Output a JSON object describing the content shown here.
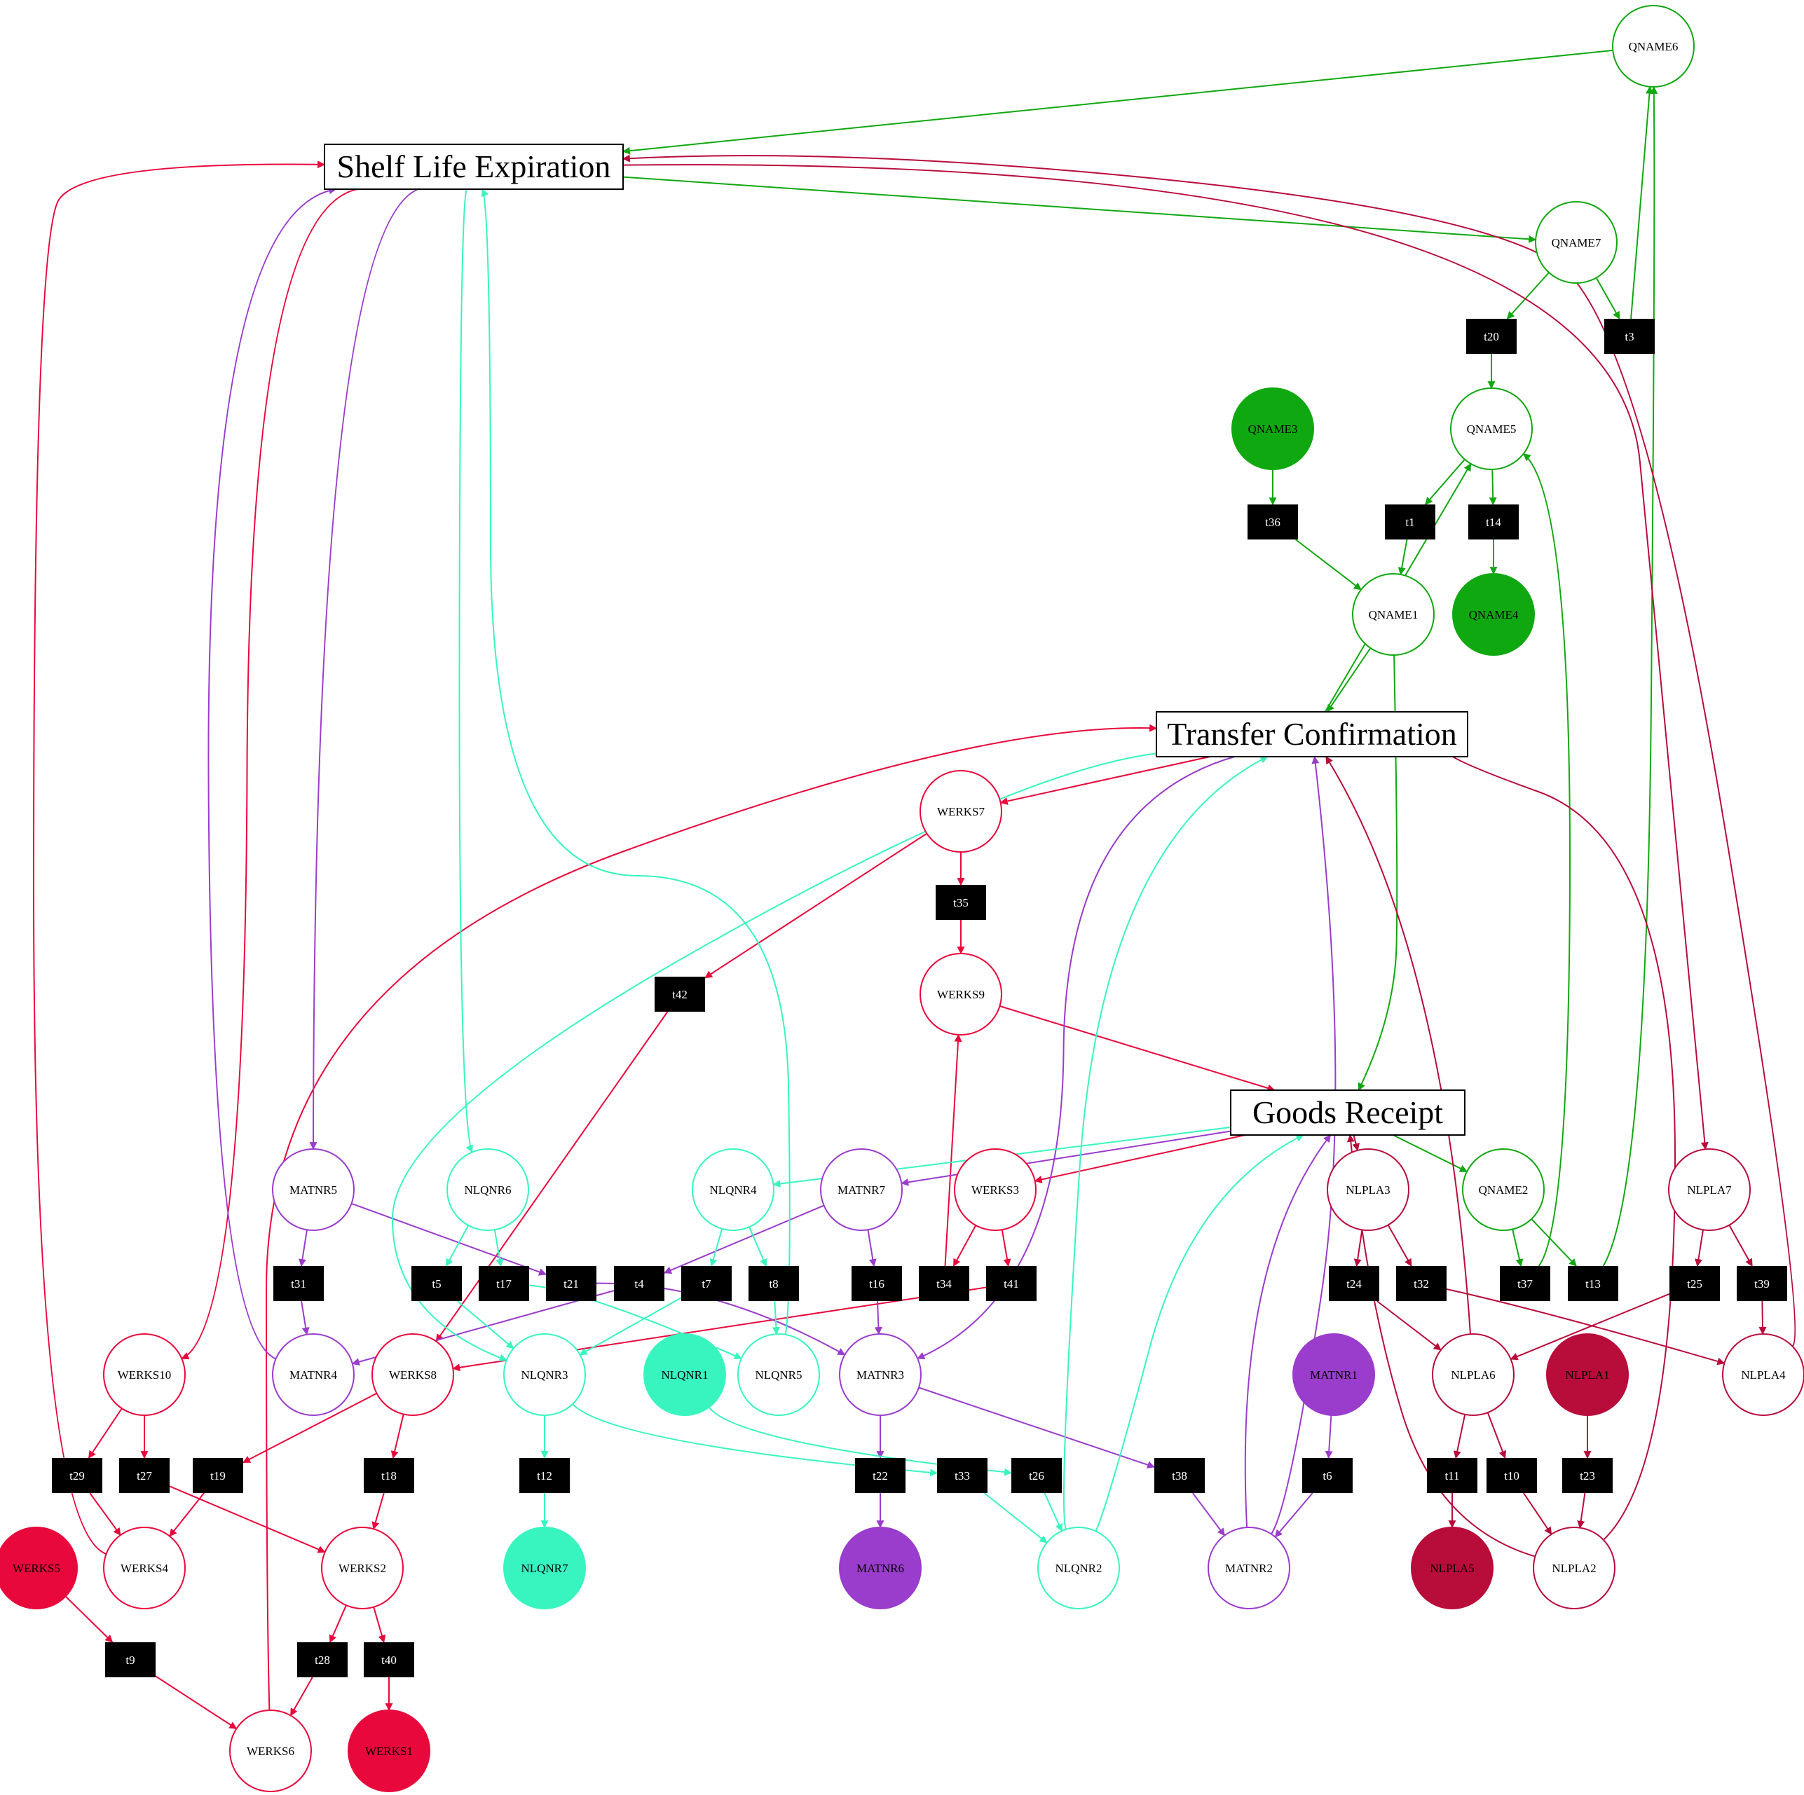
{
  "colors": {
    "green": "#10a810",
    "red": "#e8083b",
    "crimson": "#b80c3b",
    "purple": "#9a3ccc",
    "aqua": "#38f5c0",
    "box": "#000000"
  },
  "events": [
    {
      "id": "SLE",
      "label": "Shelf Life Expiration"
    },
    {
      "id": "TC",
      "label": "Transfer Confirmation"
    },
    {
      "id": "GR",
      "label": "Goods Receipt"
    }
  ],
  "places": [
    {
      "id": "QNAME6",
      "label": "QNAME6",
      "color": "green",
      "filled": false
    },
    {
      "id": "QNAME7",
      "label": "QNAME7",
      "color": "green",
      "filled": false
    },
    {
      "id": "QNAME3",
      "label": "QNAME3",
      "color": "green",
      "filled": true
    },
    {
      "id": "QNAME5",
      "label": "QNAME5",
      "color": "green",
      "filled": false
    },
    {
      "id": "QNAME1",
      "label": "QNAME1",
      "color": "green",
      "filled": false
    },
    {
      "id": "QNAME4",
      "label": "QNAME4",
      "color": "green",
      "filled": true
    },
    {
      "id": "QNAME2",
      "label": "QNAME2",
      "color": "green",
      "filled": false
    },
    {
      "id": "WERKS7",
      "label": "WERKS7",
      "color": "red",
      "filled": false
    },
    {
      "id": "WERKS9",
      "label": "WERKS9",
      "color": "red",
      "filled": false
    },
    {
      "id": "WERKS3",
      "label": "WERKS3",
      "color": "red",
      "filled": false
    },
    {
      "id": "WERKS10",
      "label": "WERKS10",
      "color": "red",
      "filled": false
    },
    {
      "id": "WERKS8",
      "label": "WERKS8",
      "color": "red",
      "filled": false
    },
    {
      "id": "WERKS5",
      "label": "WERKS5",
      "color": "red",
      "filled": true
    },
    {
      "id": "WERKS4",
      "label": "WERKS4",
      "color": "red",
      "filled": false
    },
    {
      "id": "WERKS2",
      "label": "WERKS2",
      "color": "red",
      "filled": false
    },
    {
      "id": "WERKS6",
      "label": "WERKS6",
      "color": "red",
      "filled": false
    },
    {
      "id": "WERKS1",
      "label": "WERKS1",
      "color": "red",
      "filled": true
    },
    {
      "id": "NLPLA3",
      "label": "NLPLA3",
      "color": "crimson",
      "filled": false
    },
    {
      "id": "NLPLA7",
      "label": "NLPLA7",
      "color": "crimson",
      "filled": false
    },
    {
      "id": "NLPLA6",
      "label": "NLPLA6",
      "color": "crimson",
      "filled": false
    },
    {
      "id": "NLPLA1",
      "label": "NLPLA1",
      "color": "crimson",
      "filled": true
    },
    {
      "id": "NLPLA4",
      "label": "NLPLA4",
      "color": "crimson",
      "filled": false
    },
    {
      "id": "NLPLA5",
      "label": "NLPLA5",
      "color": "crimson",
      "filled": true
    },
    {
      "id": "NLPLA2",
      "label": "NLPLA2",
      "color": "crimson",
      "filled": false
    },
    {
      "id": "MATNR5",
      "label": "MATNR5",
      "color": "purple",
      "filled": false
    },
    {
      "id": "MATNR7",
      "label": "MATNR7",
      "color": "purple",
      "filled": false
    },
    {
      "id": "MATNR4",
      "label": "MATNR4",
      "color": "purple",
      "filled": false
    },
    {
      "id": "MATNR3",
      "label": "MATNR3",
      "color": "purple",
      "filled": false
    },
    {
      "id": "MATNR1",
      "label": "MATNR1",
      "color": "purple",
      "filled": true
    },
    {
      "id": "MATNR6",
      "label": "MATNR6",
      "color": "purple",
      "filled": true
    },
    {
      "id": "MATNR2",
      "label": "MATNR2",
      "color": "purple",
      "filled": false
    },
    {
      "id": "NLQNR6",
      "label": "NLQNR6",
      "color": "aqua",
      "filled": false
    },
    {
      "id": "NLQNR4",
      "label": "NLQNR4",
      "color": "aqua",
      "filled": false
    },
    {
      "id": "NLQNR3",
      "label": "NLQNR3",
      "color": "aqua",
      "filled": false
    },
    {
      "id": "NLQNR1",
      "label": "NLQNR1",
      "color": "aqua",
      "filled": true
    },
    {
      "id": "NLQNR5",
      "label": "NLQNR5",
      "color": "aqua",
      "filled": false
    },
    {
      "id": "NLQNR7",
      "label": "NLQNR7",
      "color": "aqua",
      "filled": true
    },
    {
      "id": "NLQNR2",
      "label": "NLQNR2",
      "color": "aqua",
      "filled": false
    }
  ],
  "transitions": [
    {
      "id": "t20",
      "label": "t20"
    },
    {
      "id": "t3",
      "label": "t3"
    },
    {
      "id": "t36",
      "label": "t36"
    },
    {
      "id": "t1",
      "label": "t1"
    },
    {
      "id": "t14",
      "label": "t14"
    },
    {
      "id": "t35",
      "label": "t35"
    },
    {
      "id": "t42",
      "label": "t42"
    },
    {
      "id": "t31",
      "label": "t31"
    },
    {
      "id": "t5",
      "label": "t5"
    },
    {
      "id": "t17",
      "label": "t17"
    },
    {
      "id": "t21",
      "label": "t21"
    },
    {
      "id": "t4",
      "label": "t4"
    },
    {
      "id": "t7",
      "label": "t7"
    },
    {
      "id": "t8",
      "label": "t8"
    },
    {
      "id": "t16",
      "label": "t16"
    },
    {
      "id": "t34",
      "label": "t34"
    },
    {
      "id": "t41",
      "label": "t41"
    },
    {
      "id": "t24",
      "label": "t24"
    },
    {
      "id": "t32",
      "label": "t32"
    },
    {
      "id": "t37",
      "label": "t37"
    },
    {
      "id": "t13",
      "label": "t13"
    },
    {
      "id": "t25",
      "label": "t25"
    },
    {
      "id": "t39",
      "label": "t39"
    },
    {
      "id": "t29",
      "label": "t29"
    },
    {
      "id": "t27",
      "label": "t27"
    },
    {
      "id": "t19",
      "label": "t19"
    },
    {
      "id": "t18",
      "label": "t18"
    },
    {
      "id": "t12",
      "label": "t12"
    },
    {
      "id": "t22",
      "label": "t22"
    },
    {
      "id": "t33",
      "label": "t33"
    },
    {
      "id": "t26",
      "label": "t26"
    },
    {
      "id": "t38",
      "label": "t38"
    },
    {
      "id": "t6",
      "label": "t6"
    },
    {
      "id": "t11",
      "label": "t11"
    },
    {
      "id": "t10",
      "label": "t10"
    },
    {
      "id": "t23",
      "label": "t23"
    },
    {
      "id": "t9",
      "label": "t9"
    },
    {
      "id": "t28",
      "label": "t28"
    },
    {
      "id": "t40",
      "label": "t40"
    }
  ],
  "edges": [
    {
      "from": "QNAME6",
      "to": "SLE",
      "color": "green"
    },
    {
      "from": "SLE",
      "to": "QNAME7",
      "color": "green"
    },
    {
      "from": "QNAME7",
      "to": "t20",
      "color": "green"
    },
    {
      "from": "QNAME7",
      "to": "t3",
      "color": "green"
    },
    {
      "from": "t3",
      "to": "QNAME6",
      "color": "green"
    },
    {
      "from": "t20",
      "to": "QNAME5",
      "color": "green"
    },
    {
      "from": "QNAME3",
      "to": "t36",
      "color": "green"
    },
    {
      "from": "t36",
      "to": "QNAME1",
      "color": "green"
    },
    {
      "from": "QNAME5",
      "to": "t1",
      "color": "green"
    },
    {
      "from": "QNAME5",
      "to": "t14",
      "color": "green"
    },
    {
      "from": "t1",
      "to": "QNAME1",
      "color": "green"
    },
    {
      "from": "t14",
      "to": "QNAME4",
      "color": "green"
    },
    {
      "from": "QNAME1",
      "to": "TC",
      "color": "green"
    },
    {
      "from": "TC",
      "to": "QNAME5",
      "color": "green"
    },
    {
      "from": "QNAME1",
      "to": "GR",
      "color": "green"
    },
    {
      "from": "GR",
      "to": "QNAME2",
      "color": "green"
    },
    {
      "from": "QNAME2",
      "to": "t37",
      "color": "green"
    },
    {
      "from": "QNAME2",
      "to": "t13",
      "color": "green"
    },
    {
      "from": "t37",
      "to": "QNAME5",
      "color": "green"
    },
    {
      "from": "t13",
      "to": "QNAME6",
      "color": "green"
    },
    {
      "from": "TC",
      "to": "WERKS7",
      "color": "red"
    },
    {
      "from": "WERKS7",
      "to": "t35",
      "color": "red"
    },
    {
      "from": "WERKS7",
      "to": "t42",
      "color": "red"
    },
    {
      "from": "t35",
      "to": "WERKS9",
      "color": "red"
    },
    {
      "from": "WERKS9",
      "to": "GR",
      "color": "red"
    },
    {
      "from": "t42",
      "to": "WERKS8",
      "color": "red"
    },
    {
      "from": "GR",
      "to": "WERKS3",
      "color": "red"
    },
    {
      "from": "WERKS3",
      "to": "t34",
      "color": "red"
    },
    {
      "from": "WERKS3",
      "to": "t41",
      "color": "red"
    },
    {
      "from": "t34",
      "to": "WERKS9",
      "color": "red"
    },
    {
      "from": "t41",
      "to": "WERKS8",
      "color": "red"
    },
    {
      "from": "SLE",
      "to": "WERKS10",
      "color": "red"
    },
    {
      "from": "WERKS10",
      "to": "t29",
      "color": "red"
    },
    {
      "from": "WERKS10",
      "to": "t27",
      "color": "red"
    },
    {
      "from": "t29",
      "to": "WERKS4",
      "color": "red"
    },
    {
      "from": "t27",
      "to": "WERKS2",
      "color": "red"
    },
    {
      "from": "WERKS8",
      "to": "t19",
      "color": "red"
    },
    {
      "from": "WERKS8",
      "to": "t18",
      "color": "red"
    },
    {
      "from": "t19",
      "to": "WERKS4",
      "color": "red"
    },
    {
      "from": "t18",
      "to": "WERKS2",
      "color": "red"
    },
    {
      "from": "WERKS4",
      "to": "SLE",
      "color": "red"
    },
    {
      "from": "WERKS5",
      "to": "t9",
      "color": "red"
    },
    {
      "from": "t9",
      "to": "WERKS6",
      "color": "red"
    },
    {
      "from": "WERKS2",
      "to": "t28",
      "color": "red"
    },
    {
      "from": "WERKS2",
      "to": "t40",
      "color": "red"
    },
    {
      "from": "t28",
      "to": "WERKS6",
      "color": "red"
    },
    {
      "from": "t40",
      "to": "WERKS1",
      "color": "red"
    },
    {
      "from": "WERKS6",
      "to": "TC",
      "color": "red"
    },
    {
      "from": "GR",
      "to": "NLPLA3",
      "color": "crimson"
    },
    {
      "from": "NLPLA3",
      "to": "t24",
      "color": "crimson"
    },
    {
      "from": "NLPLA3",
      "to": "t32",
      "color": "crimson"
    },
    {
      "from": "t24",
      "to": "NLPLA6",
      "color": "crimson"
    },
    {
      "from": "t32",
      "to": "NLPLA4",
      "color": "crimson"
    },
    {
      "from": "SLE",
      "to": "NLPLA7",
      "color": "crimson"
    },
    {
      "from": "NLPLA7",
      "to": "t25",
      "color": "crimson"
    },
    {
      "from": "NLPLA7",
      "to": "t39",
      "color": "crimson"
    },
    {
      "from": "t25",
      "to": "NLPLA6",
      "color": "crimson"
    },
    {
      "from": "t39",
      "to": "NLPLA4",
      "color": "crimson"
    },
    {
      "from": "NLPLA4",
      "to": "SLE",
      "color": "crimson"
    },
    {
      "from": "NLPLA6",
      "to": "TC",
      "color": "crimson"
    },
    {
      "from": "NLPLA6",
      "to": "t11",
      "color": "crimson"
    },
    {
      "from": "NLPLA6",
      "to": "t10",
      "color": "crimson"
    },
    {
      "from": "t11",
      "to": "NLPLA5",
      "color": "crimson"
    },
    {
      "from": "t10",
      "to": "NLPLA2",
      "color": "crimson"
    },
    {
      "from": "NLPLA1",
      "to": "t23",
      "color": "crimson"
    },
    {
      "from": "t23",
      "to": "NLPLA2",
      "color": "crimson"
    },
    {
      "from": "NLPLA2",
      "to": "GR",
      "color": "crimson"
    },
    {
      "from": "NLPLA2",
      "to": "TC",
      "color": "crimson"
    },
    {
      "from": "SLE",
      "to": "MATNR5",
      "color": "purple"
    },
    {
      "from": "MATNR5",
      "to": "t31",
      "color": "purple"
    },
    {
      "from": "MATNR5",
      "to": "t21",
      "color": "purple"
    },
    {
      "from": "t31",
      "to": "MATNR4",
      "color": "purple"
    },
    {
      "from": "t21",
      "to": "MATNR3",
      "color": "purple"
    },
    {
      "from": "GR",
      "to": "MATNR7",
      "color": "purple"
    },
    {
      "from": "MATNR7",
      "to": "t4",
      "color": "purple"
    },
    {
      "from": "MATNR7",
      "to": "t16",
      "color": "purple"
    },
    {
      "from": "t4",
      "to": "MATNR4",
      "color": "purple"
    },
    {
      "from": "t16",
      "to": "MATNR3",
      "color": "purple"
    },
    {
      "from": "MATNR4",
      "to": "SLE",
      "color": "purple"
    },
    {
      "from": "TC",
      "to": "MATNR3",
      "color": "purple"
    },
    {
      "from": "MATNR3",
      "to": "t22",
      "color": "purple"
    },
    {
      "from": "MATNR3",
      "to": "t38",
      "color": "purple"
    },
    {
      "from": "t22",
      "to": "MATNR6",
      "color": "purple"
    },
    {
      "from": "t38",
      "to": "MATNR2",
      "color": "purple"
    },
    {
      "from": "MATNR1",
      "to": "t6",
      "color": "purple"
    },
    {
      "from": "t6",
      "to": "MATNR2",
      "color": "purple"
    },
    {
      "from": "MATNR2",
      "to": "GR",
      "color": "purple"
    },
    {
      "from": "MATNR2",
      "to": "TC",
      "color": "purple"
    },
    {
      "from": "SLE",
      "to": "NLQNR6",
      "color": "aqua"
    },
    {
      "from": "NLQNR6",
      "to": "t5",
      "color": "aqua"
    },
    {
      "from": "NLQNR6",
      "to": "t17",
      "color": "aqua"
    },
    {
      "from": "t5",
      "to": "NLQNR3",
      "color": "aqua"
    },
    {
      "from": "t17",
      "to": "NLQNR5",
      "color": "aqua"
    },
    {
      "from": "GR",
      "to": "NLQNR4",
      "color": "aqua"
    },
    {
      "from": "NLQNR4",
      "to": "t7",
      "color": "aqua"
    },
    {
      "from": "NLQNR4",
      "to": "t8",
      "color": "aqua"
    },
    {
      "from": "t7",
      "to": "NLQNR3",
      "color": "aqua"
    },
    {
      "from": "t8",
      "to": "NLQNR5",
      "color": "aqua"
    },
    {
      "from": "NLQNR5",
      "to": "SLE",
      "color": "aqua"
    },
    {
      "from": "TC",
      "to": "NLQNR3",
      "color": "aqua"
    },
    {
      "from": "NLQNR3",
      "to": "t12",
      "color": "aqua"
    },
    {
      "from": "NLQNR3",
      "to": "t33",
      "color": "aqua"
    },
    {
      "from": "t12",
      "to": "NLQNR7",
      "color": "aqua"
    },
    {
      "from": "NLQNR1",
      "to": "t26",
      "color": "aqua"
    },
    {
      "from": "t33",
      "to": "NLQNR2",
      "color": "aqua"
    },
    {
      "from": "t26",
      "to": "NLQNR2",
      "color": "aqua"
    },
    {
      "from": "NLQNR2",
      "to": "GR",
      "color": "aqua"
    },
    {
      "from": "NLQNR2",
      "to": "TC",
      "color": "aqua"
    }
  ]
}
